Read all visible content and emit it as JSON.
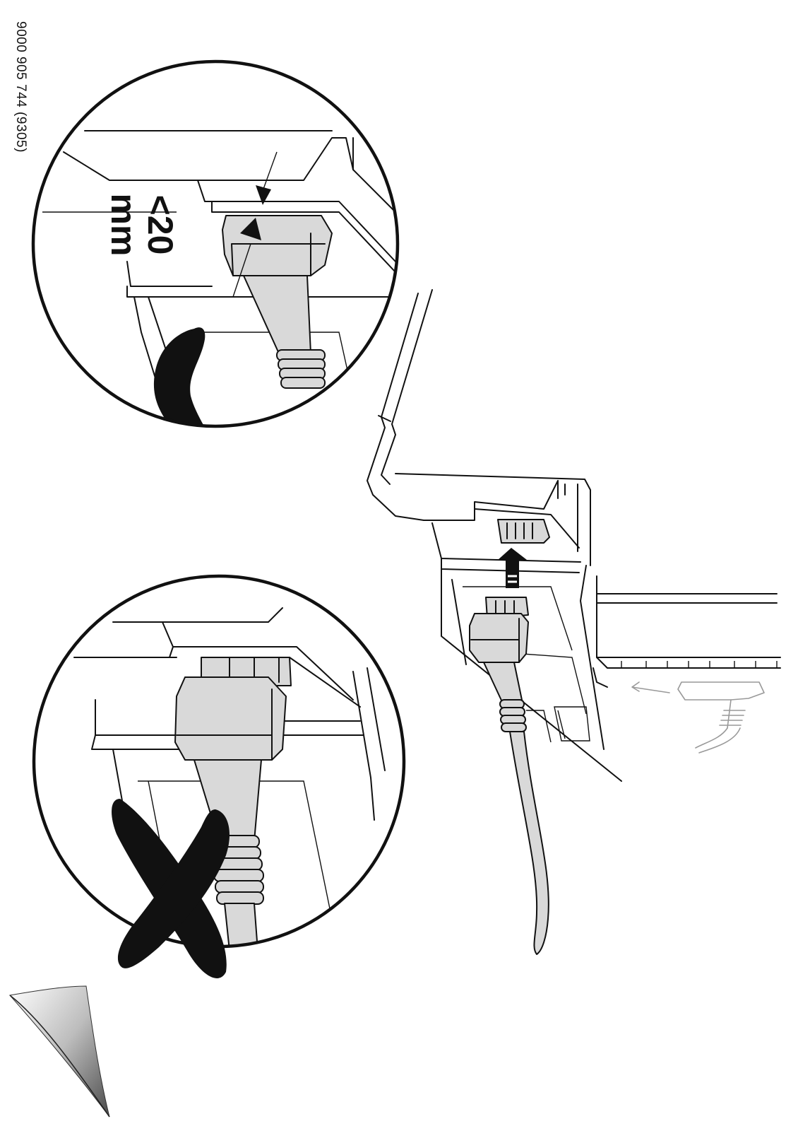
{
  "document": {
    "number": "9000 905 744 (9305)"
  },
  "callout_correct": {
    "dimension_value": "<20",
    "dimension_unit": "mm"
  },
  "colors": {
    "ink": "#111111",
    "plug_fill": "#d9d9d9",
    "faint_line": "#999999",
    "background": "#ffffff"
  },
  "icons": [
    "check-mark-icon",
    "cross-mark-icon",
    "insert-arrow-icon",
    "page-curl-icon"
  ]
}
